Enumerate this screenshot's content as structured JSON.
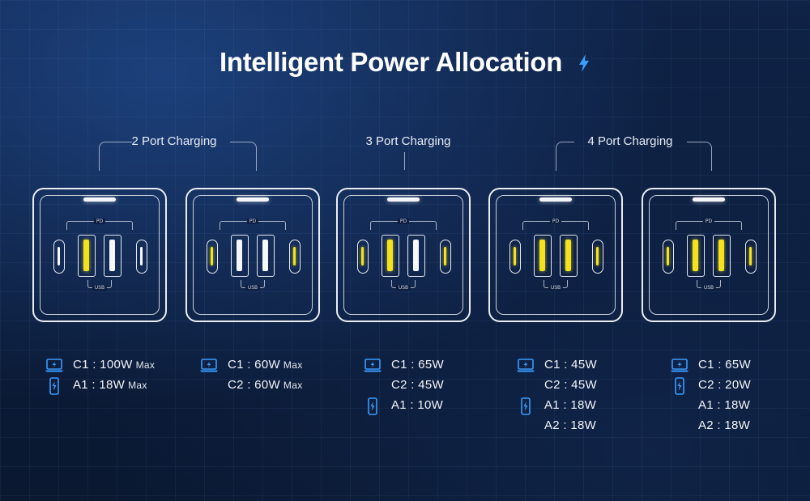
{
  "title": "Intelligent Power Allocation",
  "groups": [
    {
      "label": "2 Port Charging"
    },
    {
      "label": "3 Port Charging"
    },
    {
      "label": "4 Port Charging"
    }
  ],
  "port_diagram": {
    "pd_label": "PD",
    "usb_label": "USB"
  },
  "colors": {
    "active_port": "#f3e21c",
    "inactive_port": "#f5f7fb",
    "accent_bolt": "#3aa0ff"
  },
  "configs": [
    {
      "active": {
        "c_left": false,
        "a_left": true,
        "a_right": false,
        "c_right": false
      },
      "specs": [
        {
          "icon": "laptop-icon",
          "text": "C1 : 100W",
          "suffix": "Max"
        },
        {
          "icon": "phone-icon",
          "text": "A1  : 18W",
          "suffix": "Max"
        }
      ]
    },
    {
      "active": {
        "c_left": true,
        "a_left": false,
        "a_right": false,
        "c_right": true
      },
      "specs": [
        {
          "icon": "laptop-icon",
          "text": "C1 : 60W",
          "suffix": "Max"
        },
        {
          "icon": "",
          "text": "C2 : 60W",
          "suffix": "Max"
        }
      ]
    },
    {
      "active": {
        "c_left": true,
        "a_left": true,
        "a_right": false,
        "c_right": true
      },
      "specs": [
        {
          "icon": "laptop-icon",
          "text": "C1 : 65W",
          "suffix": ""
        },
        {
          "icon": "",
          "text": "C2 : 45W",
          "suffix": ""
        },
        {
          "icon": "phone-icon",
          "text": "A1 : 10W",
          "suffix": ""
        }
      ]
    },
    {
      "active": {
        "c_left": true,
        "a_left": true,
        "a_right": true,
        "c_right": true
      },
      "specs": [
        {
          "icon": "laptop-icon",
          "text": "C1 : 45W",
          "suffix": ""
        },
        {
          "icon": "",
          "text": "C2 : 45W",
          "suffix": ""
        },
        {
          "icon": "phone-icon",
          "text": "A1 : 18W",
          "suffix": ""
        },
        {
          "icon": "",
          "text": "A2 : 18W",
          "suffix": ""
        }
      ]
    },
    {
      "active": {
        "c_left": true,
        "a_left": true,
        "a_right": true,
        "c_right": true
      },
      "specs": [
        {
          "icon": "laptop-icon",
          "text": "C1 : 65W",
          "suffix": ""
        },
        {
          "icon": "phone-icon",
          "text": "C2 : 20W",
          "suffix": ""
        },
        {
          "icon": "",
          "text": "A1 : 18W",
          "suffix": ""
        },
        {
          "icon": "",
          "text": "A2 : 18W",
          "suffix": ""
        }
      ]
    }
  ]
}
